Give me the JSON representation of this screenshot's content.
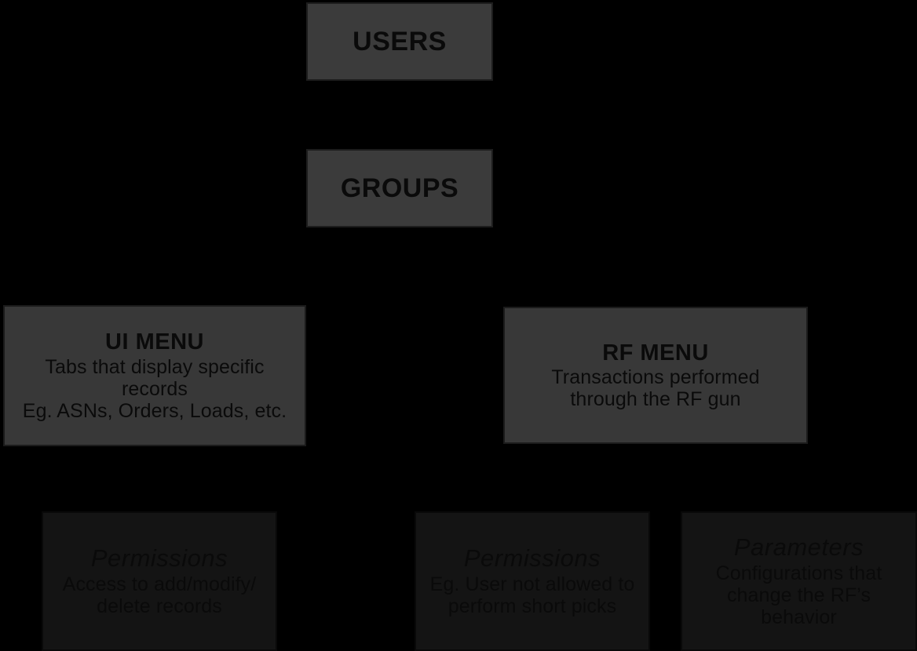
{
  "diagram": {
    "type": "hierarchy",
    "background_color": "#000000",
    "text_color": "#0a0a0a",
    "tiers": {
      "entity_box_color": "#3b3b3b",
      "menu_box_color": "#383838",
      "detail_box_color": "#141414"
    },
    "nodes": {
      "users": {
        "title": "USERS"
      },
      "groups": {
        "title": "GROUPS"
      },
      "ui_menu": {
        "title": "UI MENU",
        "desc_line_1": "Tabs that display specific",
        "desc_line_2": "records",
        "desc_line_3": "Eg. ASNs, Orders, Loads, etc."
      },
      "rf_menu": {
        "title": "RF MENU",
        "desc_line_1": "Transactions performed",
        "desc_line_2": "through the RF gun"
      },
      "ui_permissions": {
        "title": "Permissions",
        "desc_line_1": "Access to add/modify/",
        "desc_line_2": "delete records"
      },
      "rf_permissions": {
        "title": "Permissions",
        "desc_line_1": "Eg. User not allowed to",
        "desc_line_2": "perform short picks"
      },
      "rf_parameters": {
        "title": "Parameters",
        "desc_line_1": "Configurations that",
        "desc_line_2": "change the RF’s",
        "desc_line_3": "behavior"
      }
    }
  }
}
